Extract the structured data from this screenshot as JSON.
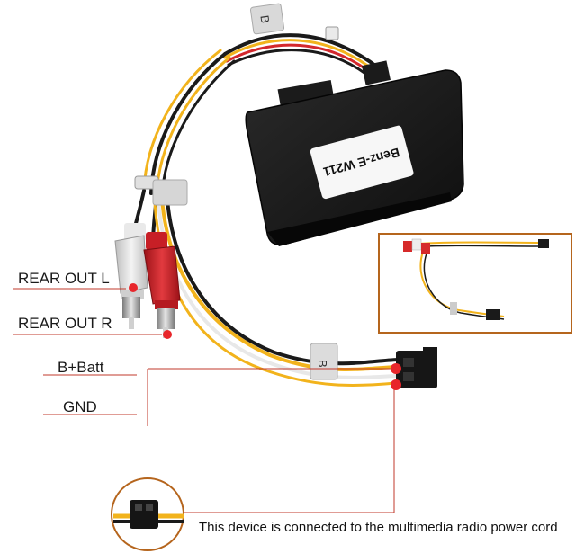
{
  "module": {
    "label": "Benz-E W211"
  },
  "callouts": {
    "rear_out_l": "REAR OUT L",
    "rear_out_r": "REAR OUT R",
    "b_batt": "B+Batt",
    "gnd": "GND"
  },
  "caption": "This device is connected to the multimedia radio power cord",
  "tags": {
    "top_tag": "B",
    "mid_tag": "B"
  },
  "colors": {
    "accent_red": "#d3282d",
    "inset_border": "#b5651d",
    "leader_line": "#c0392b",
    "module_body": "#151515",
    "wire_yellow": "#f2b31c",
    "wire_white": "#e8e8e8",
    "wire_black": "#1a1a1a",
    "rca_red": "#c71f26"
  }
}
